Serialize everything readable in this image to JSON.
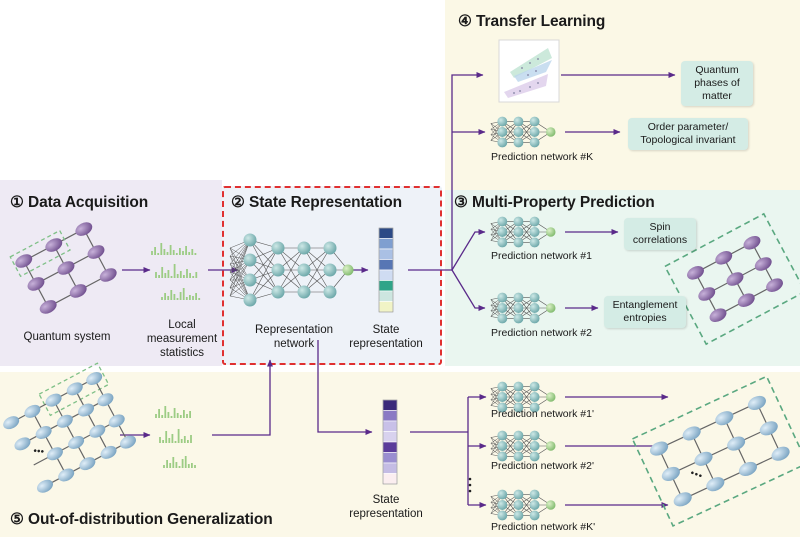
{
  "sections": {
    "transfer": "④ Transfer Learning",
    "data_acq": "① Data Acquisition",
    "state_rep": "② State Representation",
    "multi_prop": "③ Multi-Property Prediction",
    "ood": "⑤ Out-of-distribution Generalization"
  },
  "labels": {
    "quantum_system": "Quantum system",
    "local_measurement": "Local measurement statistics",
    "rep_network": "Representation network",
    "state_rep_1": "State representation",
    "state_rep_2": "State representation"
  },
  "properties": {
    "quantum_phases": "Quantum phases of matter",
    "order_param": "Order parameter/ Topological invariant",
    "spin_corr": "Spin correlations",
    "entanglement": "Entanglement entropies"
  },
  "networks": {
    "net_k": "Prediction network #K",
    "net_1": "Prediction network #1",
    "net_2": "Prediction network #2",
    "net_1p": "Prediction network #1'",
    "net_2p": "Prediction network #2'",
    "net_kp": "Prediction network #K'"
  },
  "colors": {
    "arrow": "#5a2a8a",
    "purple_node": "#8a64a8",
    "blue_node": "#9ec4dc",
    "green_node": "#a8d690",
    "dash_red": "#e03030",
    "dash_green": "#5aa880"
  }
}
